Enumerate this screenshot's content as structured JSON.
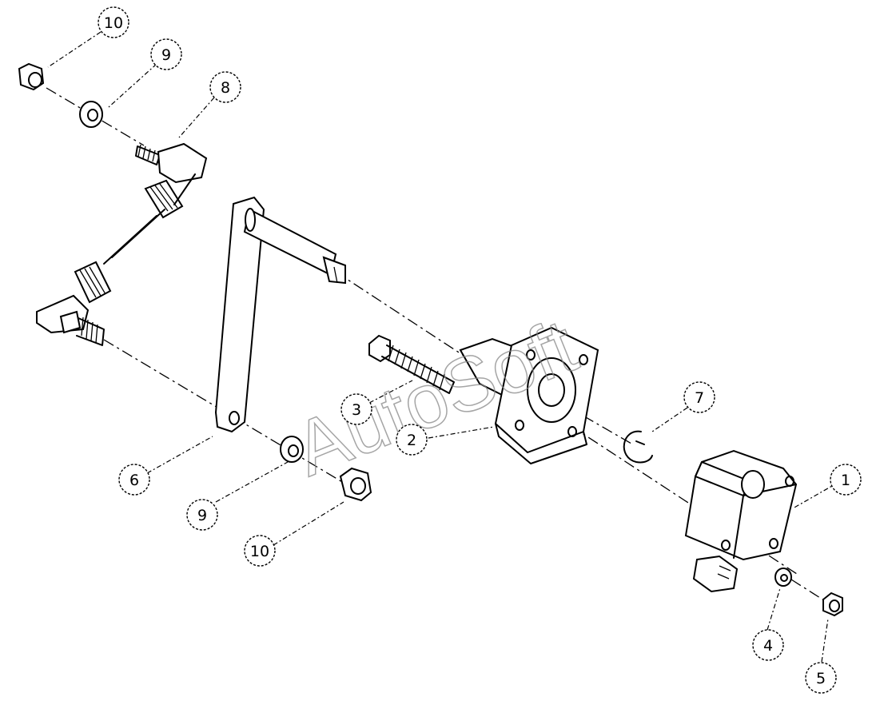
{
  "watermark": "AutoSoft",
  "callouts": [
    {
      "id": "c10a",
      "label": "10"
    },
    {
      "id": "c9a",
      "label": "9"
    },
    {
      "id": "c8",
      "label": "8"
    },
    {
      "id": "c3",
      "label": "3"
    },
    {
      "id": "c2",
      "label": "2"
    },
    {
      "id": "c7",
      "label": "7"
    },
    {
      "id": "c1",
      "label": "1"
    },
    {
      "id": "c6",
      "label": "6"
    },
    {
      "id": "c9b",
      "label": "9"
    },
    {
      "id": "c10b",
      "label": "10"
    },
    {
      "id": "c4",
      "label": "4"
    },
    {
      "id": "c5",
      "label": "5"
    }
  ]
}
